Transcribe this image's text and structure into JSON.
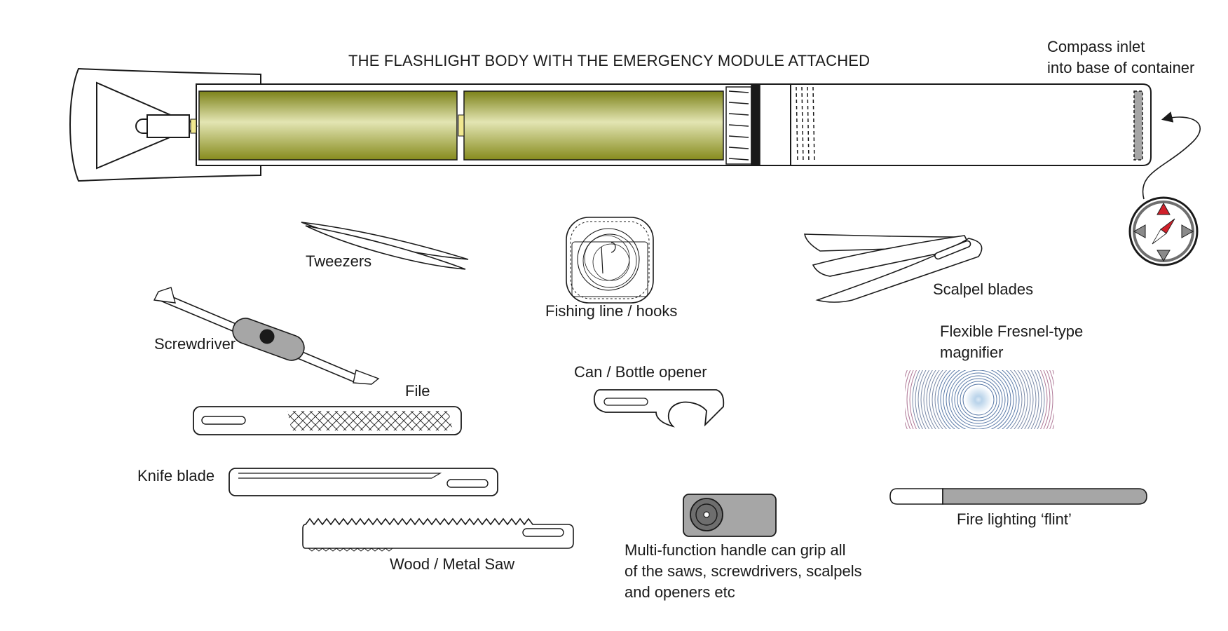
{
  "title": "THE FLASHLIGHT BODY WITH THE EMERGENCY MODULE ATTACHED",
  "labels": {
    "compass_line1": "Compass inlet",
    "compass_line2": "into base of container",
    "tweezers": "Tweezers",
    "fishing": "Fishing line / hooks",
    "scalpel": "Scalpel blades",
    "screwdriver": "Screwdriver",
    "magnifier_line1": "Flexible Fresnel-type",
    "magnifier_line2": "magnifier",
    "file": "File",
    "can_opener": "Can / Bottle opener",
    "knife": "Knife blade",
    "flint": "Fire lighting ‘flint’",
    "saw": "Wood / Metal Saw",
    "handle_line1": "Multi-function handle can grip all",
    "handle_line2": "of the saws, screwdrivers, scalpels",
    "handle_line3": "and openers etc"
  },
  "colors": {
    "outline": "#1a1a1a",
    "battery_olive": "#8e9420",
    "battery_light": "#e6e7b8",
    "grey": "#a6a6a6",
    "dark_grey": "#6e6e6e",
    "compass_red": "#d0202a",
    "magnifier_blue": "#a9c8e6"
  }
}
